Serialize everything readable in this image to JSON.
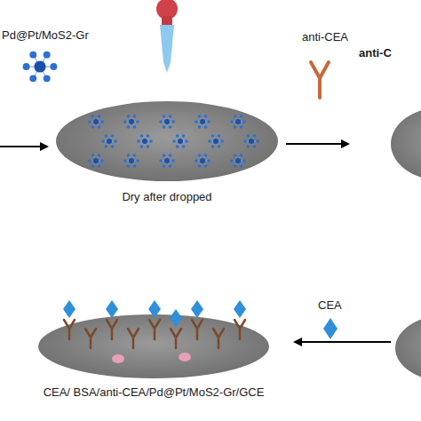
{
  "diagram": {
    "nodes": [
      {
        "text": [
          "Dry after dropped"
        ]
      },
      {
        "text": [
          "CEA/ BSA/anti-CEA/Pd@Pt/MoS2-Gr/GCE"
        ]
      }
    ],
    "labels": [
      "Pd@Pt/MoS2-Gr",
      "anti-CEA",
      "anti-C",
      "CEA"
    ]
  }
}
